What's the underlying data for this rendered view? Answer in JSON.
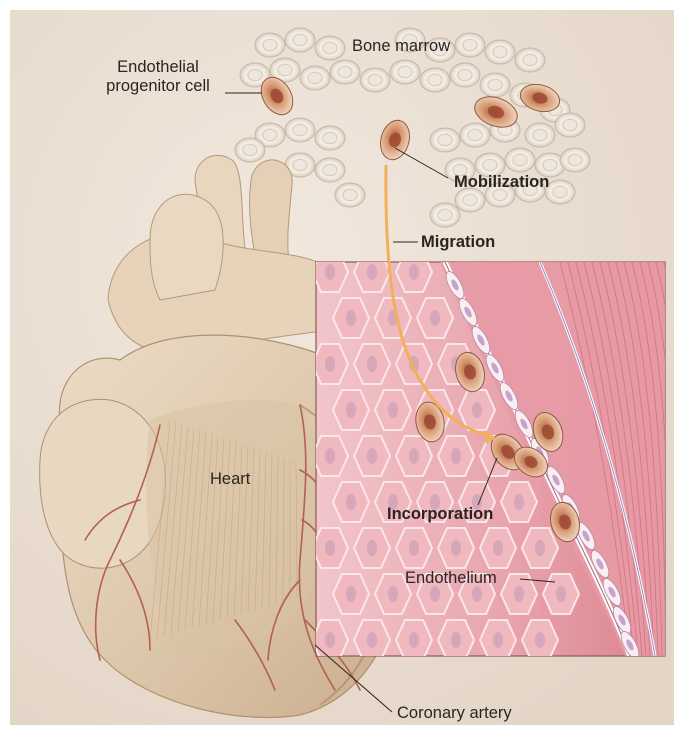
{
  "labels": {
    "endothelial_progenitor_cell_line1": "Endothelial",
    "endothelial_progenitor_cell_line2": "progenitor cell",
    "bone_marrow": "Bone marrow",
    "mobilization": "Mobilization",
    "migration": "Migration",
    "heart": "Heart",
    "incorporation": "Incorporation",
    "endothelium": "Endothelium",
    "coronary_artery": "Coronary artery"
  },
  "colors": {
    "background": "#ebe1d6",
    "heart_fill": "#e2cfb8",
    "heart_shadow": "#c8ad8e",
    "coronary_artery": "#b4604f",
    "tissue_pink": "#e8a3aa",
    "progenitor_cell": "#cf8a5c",
    "migration_arrow": "#f0b15a",
    "marrow_cell": "#e8dfd3",
    "vessel_wall": "#f7eef3"
  }
}
